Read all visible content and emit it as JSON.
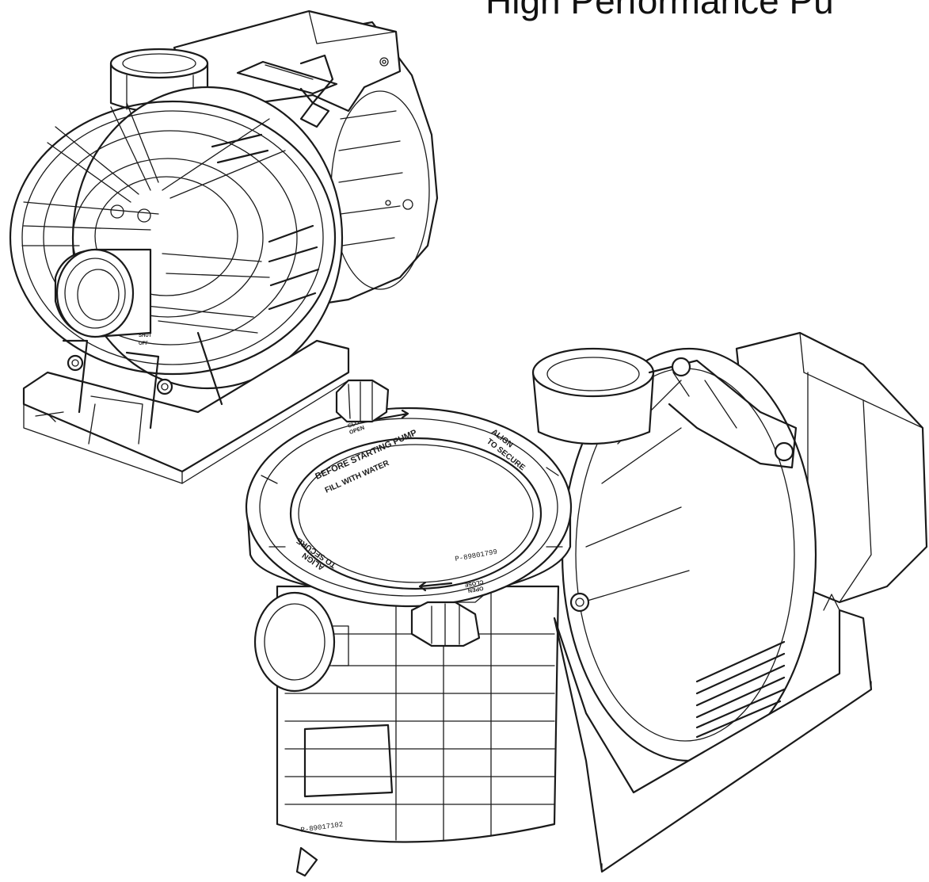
{
  "title": "High Performance Pu",
  "pump_front": {
    "labels": {
      "shutoff_a": "SHUT",
      "shutoff_b": "OFF"
    }
  },
  "pump_rear": {
    "lid": {
      "warning_line1": "BEFORE STARTING PUMP",
      "warning_line2": "FILL WITH WATER",
      "lid_part_number": "P-89801799",
      "close_label": "CLOSE",
      "open_label": "OPEN",
      "align_right_1": "ALIGN",
      "align_right_2": "TO SECURE",
      "align_left_1": "ALIGN",
      "align_left_2": "TO SECURE",
      "open_label_bottom": "OPEN",
      "close_label_bottom": "CLOSE"
    },
    "basket_part_number": "P-89017102"
  },
  "colors": {
    "line": "#1a1a1a",
    "background": "#ffffff"
  }
}
